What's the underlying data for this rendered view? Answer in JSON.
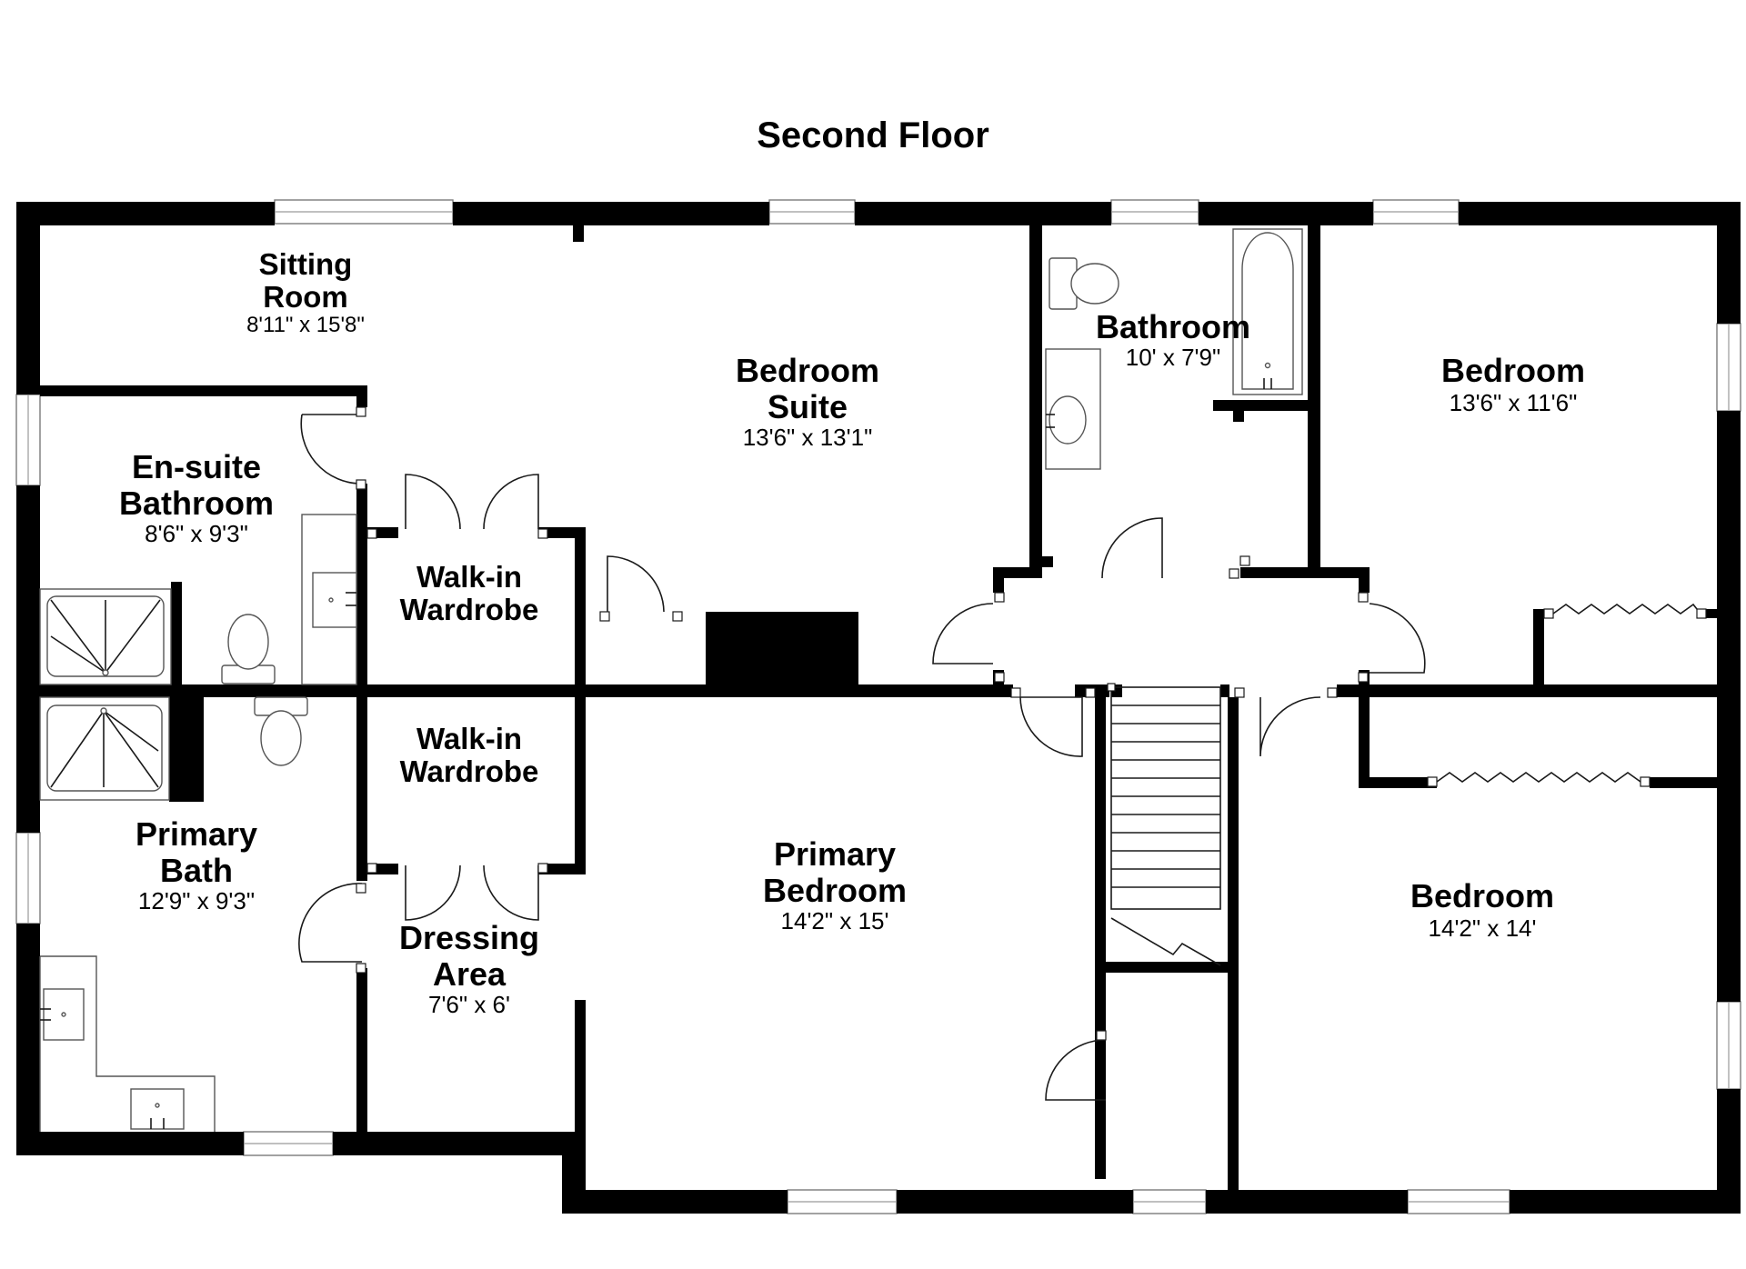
{
  "plan": {
    "title": "Second Floor",
    "rooms": {
      "sitting_room": {
        "name_1": "Sitting",
        "name_2": "Room",
        "dims": "8'11\" x 15'8\""
      },
      "bedroom_suite": {
        "name_1": "Bedroom",
        "name_2": "Suite",
        "dims": "13'6\" x 13'1\""
      },
      "bathroom": {
        "name": "Bathroom",
        "dims": "10' x 7'9\""
      },
      "bedroom_ne": {
        "name": "Bedroom",
        "dims": "13'6\" x 11'6\""
      },
      "ensuite": {
        "name_1": "En-suite",
        "name_2": "Bathroom",
        "dims": "8'6\" x 9'3\""
      },
      "walkin_1": {
        "name_1": "Walk-in",
        "name_2": "Wardrobe"
      },
      "walkin_2": {
        "name_1": "Walk-in",
        "name_2": "Wardrobe"
      },
      "primary_bath": {
        "name_1": "Primary",
        "name_2": "Bath",
        "dims": "12'9\" x 9'3\""
      },
      "dressing": {
        "name_1": "Dressing",
        "name_2": "Area",
        "dims": "7'6\" x 6'"
      },
      "primary_bedroom": {
        "name_1": "Primary",
        "name_2": "Bedroom",
        "dims": "14'2\" x 15'"
      },
      "bedroom_se": {
        "name": "Bedroom",
        "dims": "14'2\" x 14'"
      }
    }
  }
}
